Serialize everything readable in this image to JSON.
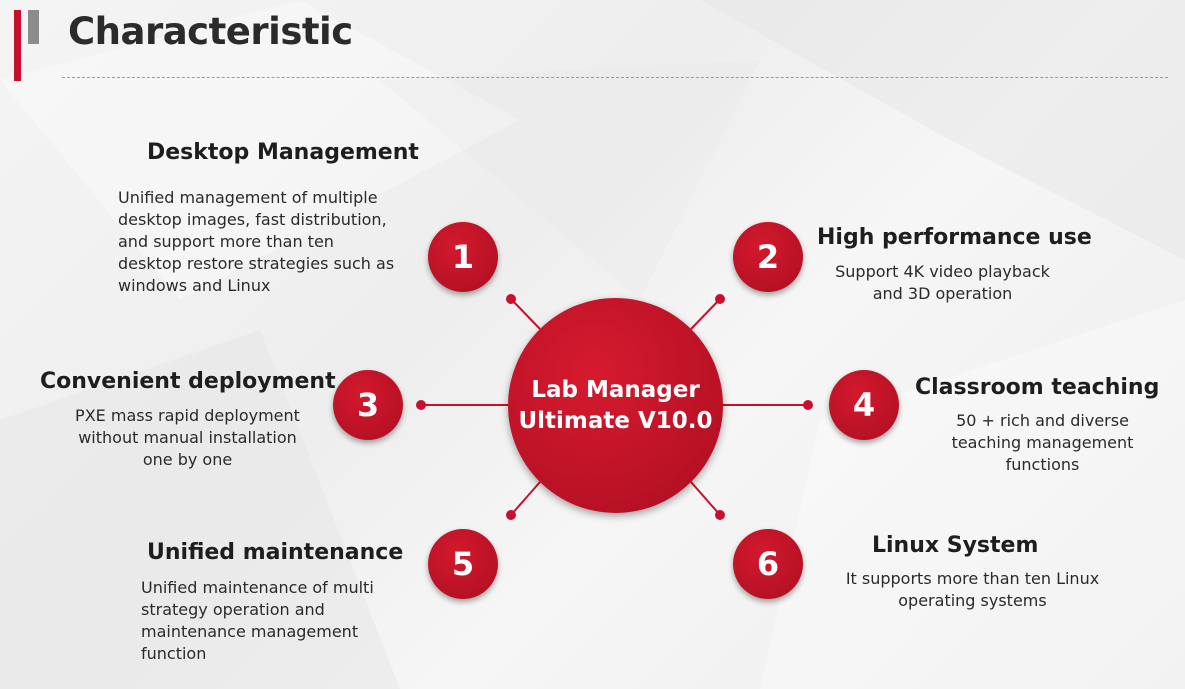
{
  "header": {
    "title": "Characteristic"
  },
  "hub": {
    "label": "Lab Manager\nUltimate V10.0"
  },
  "features": [
    {
      "number": "1",
      "title": "Desktop Management",
      "description": "Unified management of multiple\ndesktop images, fast distribution,\nand support more than ten\ndesktop restore strategies such as\nwindows and Linux"
    },
    {
      "number": "2",
      "title": "High performance use",
      "description": "Support 4K video playback\nand 3D operation"
    },
    {
      "number": "3",
      "title": "Convenient deployment",
      "description": "PXE mass rapid deployment\nwithout manual installation\none by one"
    },
    {
      "number": "4",
      "title": "Classroom teaching",
      "description": "50 + rich and diverse\nteaching management\nfunctions"
    },
    {
      "number": "5",
      "title": "Unified maintenance",
      "description": "Unified maintenance of multi\nstrategy operation and\nmaintenance management\nfunction"
    },
    {
      "number": "6",
      "title": "Linux System",
      "description": "It supports more than ten Linux\noperating systems"
    }
  ],
  "colors": {
    "accent": "#c8102e",
    "title_text": "#2b2b2b",
    "body_text": "#2a2a2a"
  }
}
